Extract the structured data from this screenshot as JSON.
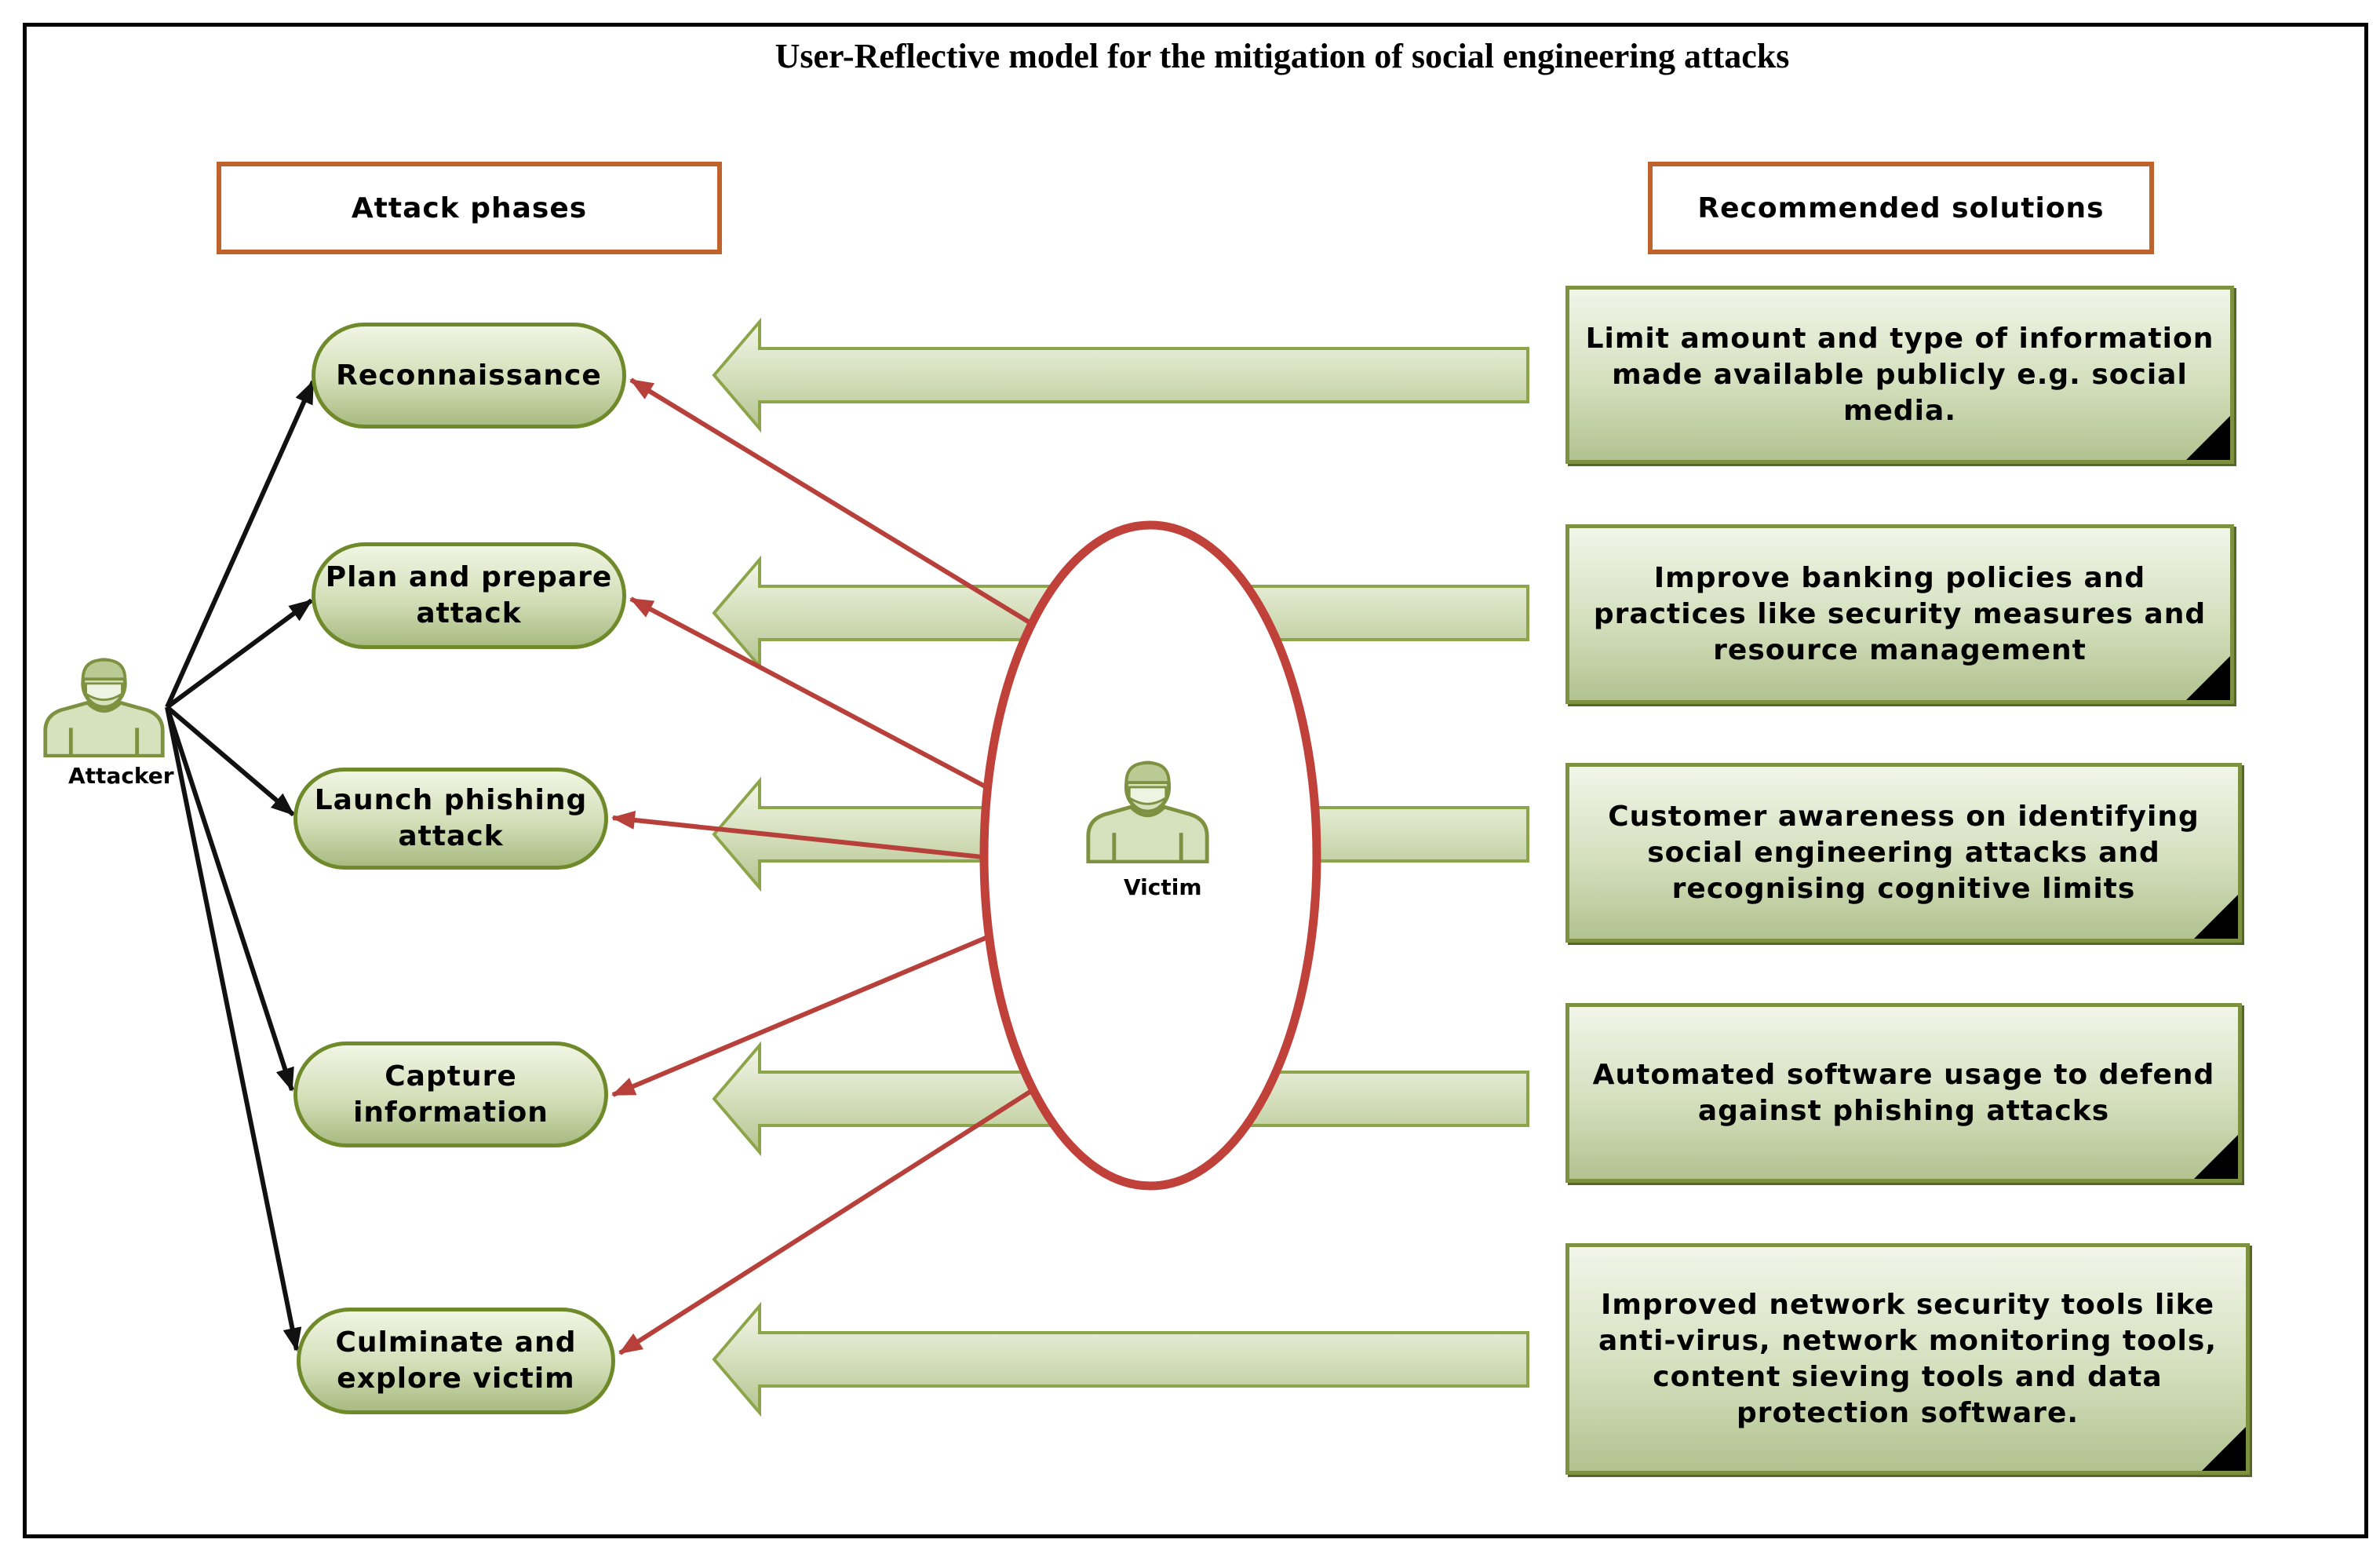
{
  "title": "User-Reflective model for the mitigation of social engineering attacks",
  "headers": {
    "attack_phases": "Attack phases",
    "recommended_solutions": "Recommended solutions"
  },
  "actors": {
    "attacker": "Attacker",
    "victim": "Victim"
  },
  "attack_phases": [
    {
      "lines": [
        "Reconnaissance"
      ]
    },
    {
      "lines": [
        "Plan and prepare",
        "attack"
      ]
    },
    {
      "lines": [
        "Launch phishing",
        "attack"
      ]
    },
    {
      "lines": [
        "Capture",
        "information"
      ]
    },
    {
      "lines": [
        "Culminate and",
        "explore victim"
      ]
    }
  ],
  "solutions": [
    {
      "lines": [
        "Limit amount and type of information",
        "made available publicly e.g. social",
        "media."
      ]
    },
    {
      "lines": [
        "Improve banking policies and",
        "practices like security measures and",
        "resource management"
      ]
    },
    {
      "lines": [
        "Customer awareness on identifying",
        "social engineering attacks and",
        "recognising cognitive limits"
      ]
    },
    {
      "lines": [
        "Automated software usage to defend",
        "against phishing attacks"
      ]
    },
    {
      "lines": [
        "Improved network security tools like",
        "anti-virus, network monitoring tools,",
        "content sieving tools and data",
        "protection software."
      ]
    }
  ],
  "colors": {
    "attacker_arrow": "#111111",
    "victim_arrow": "#b8403a",
    "victim_ellipse": "#c0403a",
    "header_border": "#c0622b",
    "shape_border": "#7d9140",
    "shape_fill": "#d6e2bd"
  }
}
